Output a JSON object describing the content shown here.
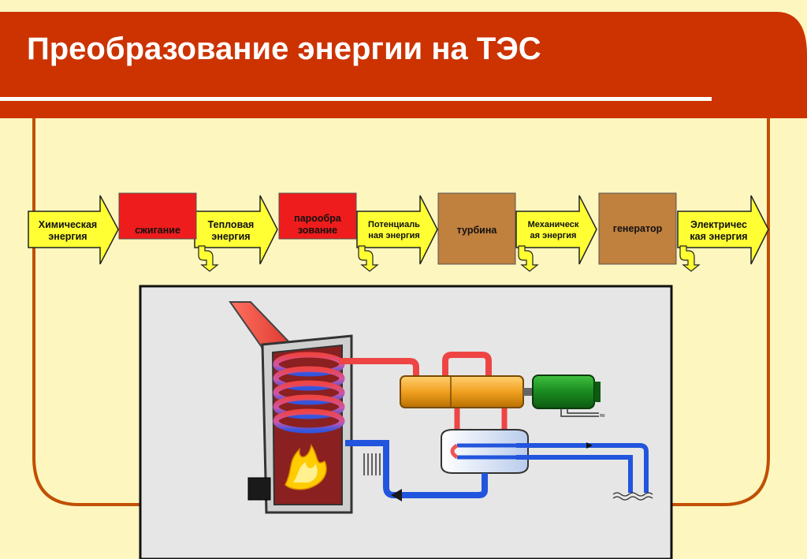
{
  "slide": {
    "title": "Преобразование энергии на ТЭС"
  },
  "flow": {
    "steps": [
      {
        "kind": "energy",
        "label": "Химическая\nэнергия"
      },
      {
        "kind": "process",
        "label": "сжигание",
        "color": "#ee1c1c"
      },
      {
        "kind": "energy",
        "label": "Тепловая\nэнергия"
      },
      {
        "kind": "process",
        "label": "парообра\nзование",
        "color": "#ee1c1c"
      },
      {
        "kind": "energy",
        "label": "Потенциаль\nная энергия"
      },
      {
        "kind": "process",
        "label": "турбина",
        "color": "#c0803e"
      },
      {
        "kind": "energy",
        "label": "Механическ\nая энергия"
      },
      {
        "kind": "process",
        "label": "генератор",
        "color": "#c0803e"
      },
      {
        "kind": "energy",
        "label": "Электричес\nкая энергия"
      }
    ]
  },
  "colors": {
    "background": "#fdf6bf",
    "header": "#cc3300",
    "frame": "#c05000",
    "arrow_fill": "#ffff33",
    "hot_pipe": "#ee4444",
    "cold_pipe": "#2255dd",
    "turbine": "#f0a020",
    "generator": "#1a8a20"
  },
  "icons": {
    "flame": "flame-icon",
    "coil": "heating-coil-icon",
    "waves": "water-waves-icon"
  }
}
